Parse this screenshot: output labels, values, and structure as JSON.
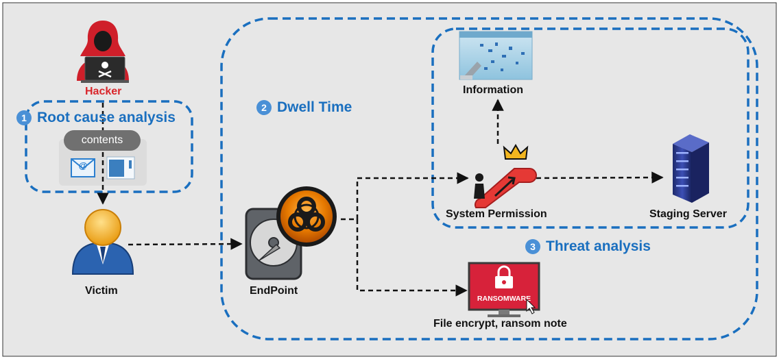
{
  "nodes": {
    "hacker": "Hacker",
    "contents": "contents",
    "victim": "Victim",
    "endpoint": "EndPoint",
    "information": "Information",
    "system_permission": "System Permission",
    "staging_server": "Staging Server",
    "file_encrypt": "File encrypt, ransom note",
    "ransomware_screen": "RANSOMWARE"
  },
  "sections": {
    "root_cause": {
      "num": "1",
      "title": "Root cause analysis"
    },
    "dwell_time": {
      "num": "2",
      "title": "Dwell Time"
    },
    "threat": {
      "num": "3",
      "title": "Threat analysis"
    }
  },
  "colors": {
    "background": "#e7e7e7",
    "dashed_region": "#1a6fbf",
    "badge": "#4a90d6",
    "hacker_text": "#d9262b",
    "arrow": "#111111"
  },
  "icons": [
    "hacker-icon",
    "email-icon",
    "document-icon",
    "victim-icon",
    "hard-drive-icon",
    "biohazard-icon",
    "information-icon",
    "escalator-icon",
    "crown-icon",
    "server-icon",
    "ransomware-monitor-icon"
  ]
}
